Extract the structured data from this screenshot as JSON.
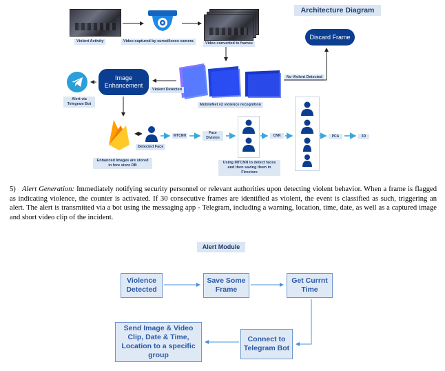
{
  "architecture": {
    "title": "Architecture Diagram",
    "labels": {
      "violent_activity": "Violent Activity",
      "video_captured": "Video captured by surveillence camera",
      "video_converted": "Video converted to frames",
      "discard_frame": "Discard Frame",
      "no_violent_detected": "No Violent  Detected",
      "image_enhancement": "Image Enhancement",
      "violent_detected": "Violent  Detected",
      "mobilenet": "MobileNet v2 violence recognition",
      "alert_via_telegram": "Alert via Telegram Bot",
      "detected_face": "Detected Face",
      "mtcnn": "MTCNN",
      "face_division": "Face Division",
      "cnn": "CNN",
      "pca": "PCA",
      "three_d": "3D",
      "enhanced_images": "Enhanced Images are stored in fore store  DB",
      "mtcnn_note": "Using MTCNN to detect faces and then saving them in Firestore"
    },
    "icons": [
      "surveillance-camera-icon",
      "telegram-icon",
      "firebase-icon",
      "person-icon"
    ],
    "colors": {
      "navy": "#0b3d91",
      "badge": "#dde7f4",
      "arrow_blue": "#3aa6dc",
      "telegram": "#2a9fd8"
    }
  },
  "text": {
    "section_number": "5)",
    "section_title": "Alert Generation:",
    "body": "Immediately notifying security personnel or relevant authorities upon detecting violent behavior. When a frame is flagged as indicating violence, the counter is activated. If 30 consecutive frames are identified as violent, the event is classified as such, triggering an alert. The alert is transmitted via a bot using the messaging app - Telegram, including a warning, location, time, date, as well as a captured image and short video clip of the incident."
  },
  "alert_module": {
    "title": "Alert Module",
    "boxes": {
      "violence_detected": "Violence Detected",
      "save_frame": "Save Some Frame",
      "get_time": "Get Currnt Time",
      "connect_bot": "Connect to Telegram Bot",
      "send_group": "Send Image & Video Clip, Date & Time,  Location to a specific group"
    },
    "colors": {
      "box_fill": "#dfe9f6",
      "box_border": "#6f95cf",
      "text": "#2b5aa6",
      "arrow": "#4a90d9"
    }
  }
}
